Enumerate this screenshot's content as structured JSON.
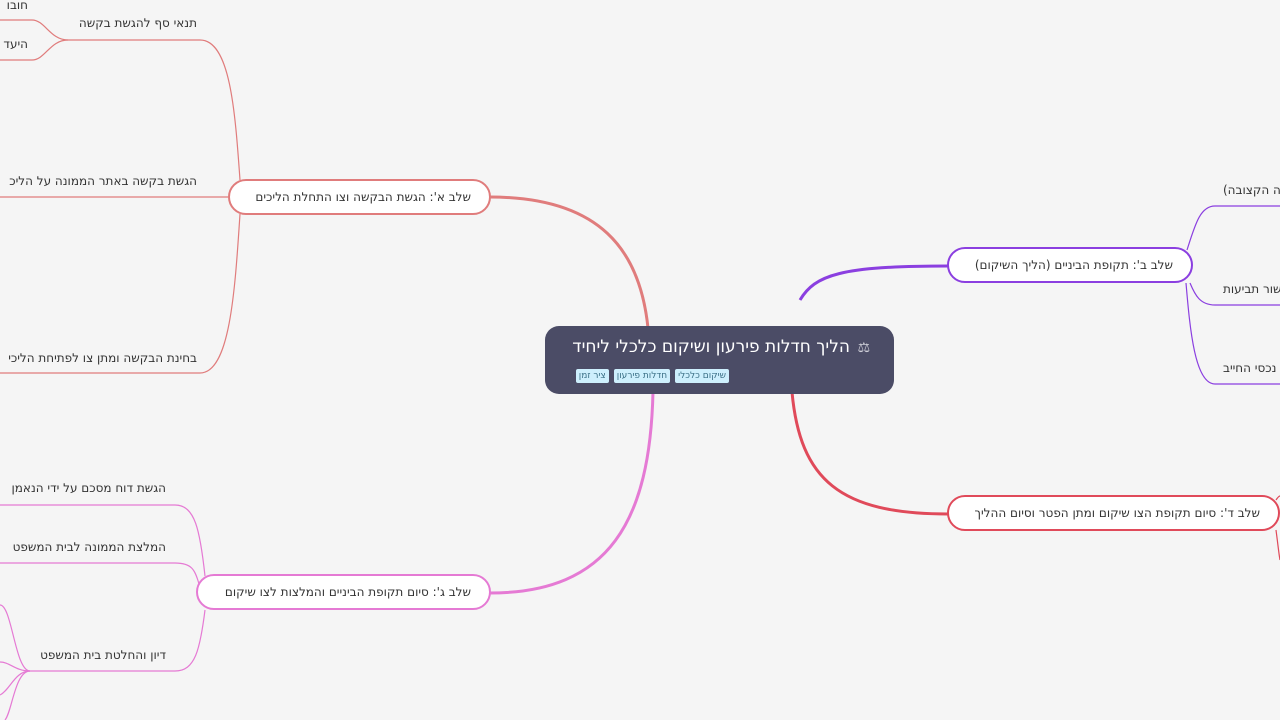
{
  "center": {
    "title": "הליך חדלות פירעון ושיקום כלכלי ליחיד",
    "icon": "scales-icon",
    "tags": [
      "שיקום כלכלי",
      "חדלות פירעון",
      "ציר זמן"
    ]
  },
  "branches": [
    {
      "label": "שלב א': הגשת הבקשה וצו התחלת הליכים",
      "color": "#e07c7c",
      "children": [
        "חובו",
        "תנאי סף להגשת בקשה",
        "היעד",
        "הגשת בקשה באתר הממונה על הליכ",
        "בחינת הבקשה ומתן צו לפתיחת הליכי"
      ]
    },
    {
      "label": "שלב ב': תקופת הביניים (הליך השיקום)",
      "color": "#8b3fe0",
      "children": [
        "ה הקצובה)",
        "שור תביעות",
        "נכסי החייב"
      ]
    },
    {
      "label": "שלב ג': סיום תקופת הביניים והמלצות לצו שיקום",
      "color": "#e57ad4",
      "children": [
        "הגשת דוח מסכם על ידי הנאמן",
        "המלצת הממונה לבית המשפט",
        "דיון והחלטת בית המשפט"
      ]
    },
    {
      "label": "שלב ד': סיום תקופת הצו שיקום ומתן הפטר וסיום ההליך",
      "color": "#e04a5a",
      "children": []
    }
  ]
}
